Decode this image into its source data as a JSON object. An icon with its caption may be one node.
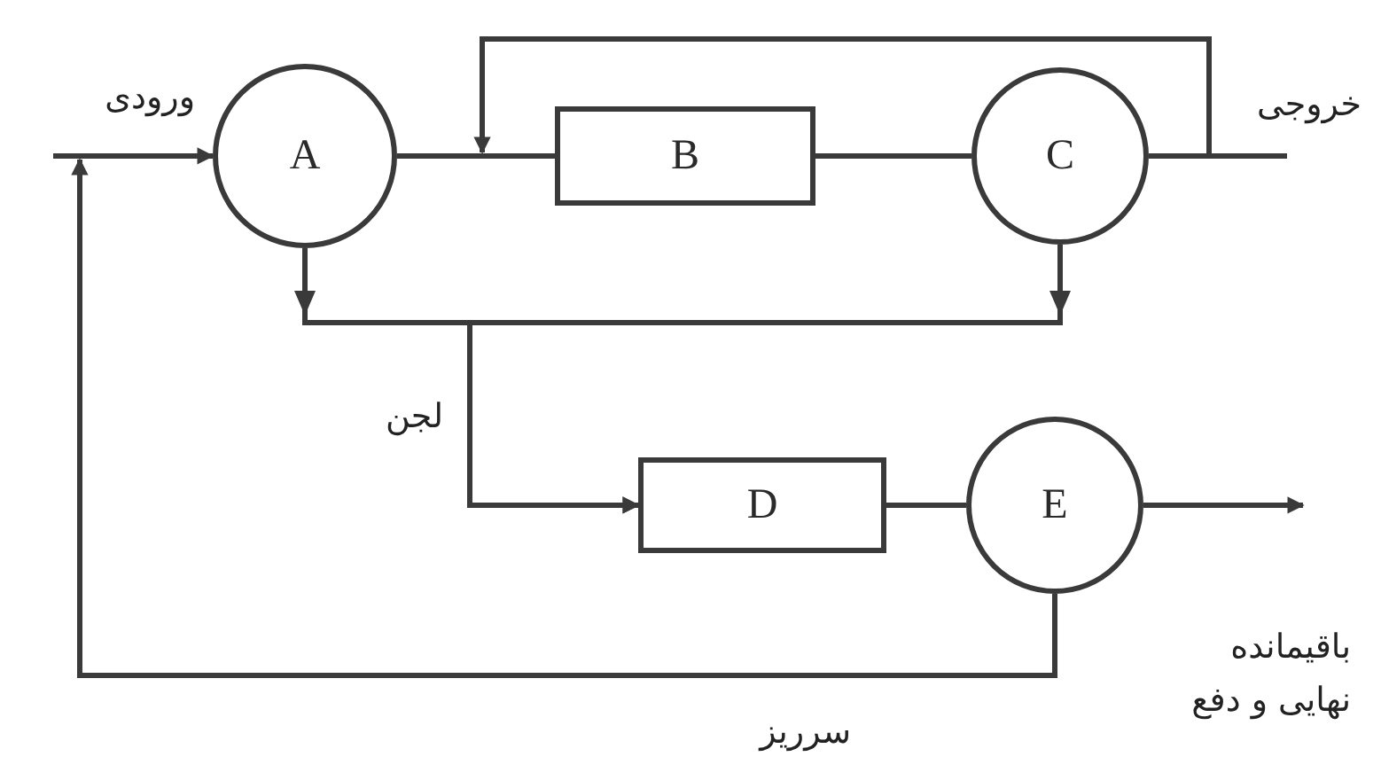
{
  "diagram": {
    "nodes": [
      {
        "text": [
          "A"
        ]
      },
      {
        "text": [
          "B"
        ]
      },
      {
        "text": [
          "C"
        ]
      },
      {
        "text": [
          "D"
        ]
      },
      {
        "text": [
          "E"
        ]
      }
    ],
    "edges": [
      {
        "from": null,
        "to": 0,
        "arrow": "to",
        "label": "ورودی"
      },
      {
        "from": 0,
        "to": 1,
        "arrow": "none"
      },
      {
        "from": 1,
        "to": 2,
        "arrow": "none"
      },
      {
        "from": 2,
        "to": null,
        "arrow": "none",
        "label": "خروجی"
      },
      {
        "from": 2,
        "to": null,
        "arrow": "to"
      },
      {
        "from": 0,
        "to": 3,
        "arrow": "to",
        "label": "لجن"
      },
      {
        "from": 2,
        "to": 3,
        "arrow": "to"
      },
      {
        "from": 3,
        "to": 4,
        "arrow": "none"
      },
      {
        "from": 4,
        "to": null,
        "arrow": "to",
        "label": "باقیمانده نهایی و دفع"
      },
      {
        "from": 4,
        "to": null,
        "arrow": "to",
        "label": "سرریز"
      }
    ]
  }
}
